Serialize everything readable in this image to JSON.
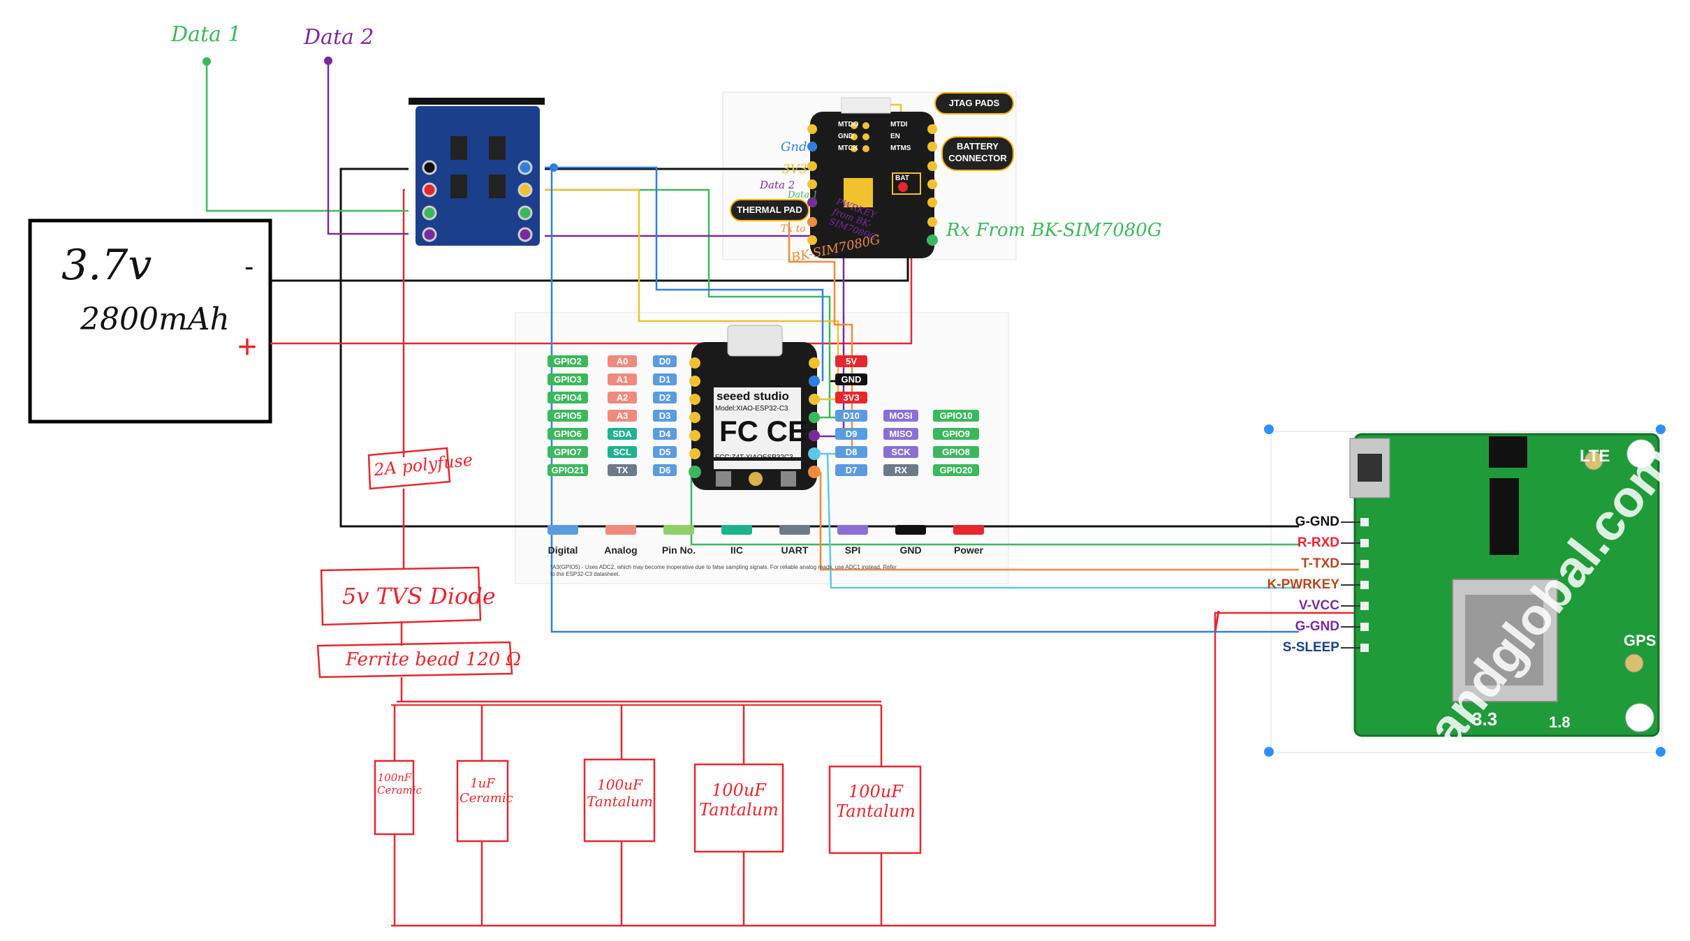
{
  "labels": {
    "data1": "Data 1",
    "data2": "Data 2",
    "battery_voltage": "3.7v",
    "battery_capacity": "2800mAh",
    "battery_minus": "-",
    "battery_plus": "+",
    "polyfuse": "2A polyfuse",
    "tvs_diode": "5v TVS Diode",
    "ferrite": "Ferrite bead 120 Ω",
    "caps": [
      "100nF Ceramic",
      "1uF Ceramic",
      "100uF Tantalum",
      "100uF Tantalum",
      "100uF Tantalum"
    ],
    "rx_note": "Rx From BK-SIM7080G",
    "gnd_note": "Gnd",
    "v33_note": "3V3",
    "data2_note": "Data 2",
    "data1_note": "Data 1",
    "txto_note": "Tx to",
    "pwrkey_note": "PWRKEY from BK-SIM7080G",
    "bk_note": "BK-SIM7080G"
  },
  "back_view": {
    "jtag_callout": "JTAG PADS",
    "battery_callout": "BATTERY CONNECTOR",
    "thermal_callout": "THERMAL PAD",
    "pads": [
      "MTDO",
      "MTDI",
      "GND",
      "EN",
      "MTCK",
      "MTMS"
    ],
    "bat": "BAT"
  },
  "xiao": {
    "brand": "seeed studio",
    "model": "Model:XIAO-ESP32-C3",
    "fcc_id": "FCC:Z4T-XIAOESP32C3",
    "left_pins": [
      {
        "gpio": "GPIO2",
        "alt": "A0",
        "d": "D0"
      },
      {
        "gpio": "GPIO3",
        "alt": "A1",
        "d": "D1"
      },
      {
        "gpio": "GPIO4",
        "alt": "A2",
        "d": "D2"
      },
      {
        "gpio": "GPIO5",
        "alt": "A3",
        "d": "D3"
      },
      {
        "gpio": "GPIO6",
        "alt": "SDA",
        "d": "D4"
      },
      {
        "gpio": "GPIO7",
        "alt": "SCL",
        "d": "D5"
      },
      {
        "gpio": "GPIO21",
        "alt": "TX",
        "d": "D6"
      }
    ],
    "right_pins": [
      {
        "p": "5V",
        "alt": "",
        "gpio": ""
      },
      {
        "p": "GND",
        "alt": "",
        "gpio": ""
      },
      {
        "p": "3V3",
        "alt": "",
        "gpio": ""
      },
      {
        "p": "D10",
        "alt": "MOSI",
        "gpio": "GPIO10"
      },
      {
        "p": "D9",
        "alt": "MISO",
        "gpio": "GPIO9"
      },
      {
        "p": "D8",
        "alt": "SCK",
        "gpio": "GPIO8"
      },
      {
        "p": "D7",
        "alt": "RX",
        "gpio": "GPIO20"
      }
    ],
    "legend": [
      "Digital",
      "Analog",
      "Pin No.",
      "IIC",
      "UART",
      "SPI",
      "GND",
      "Power"
    ],
    "footnote1": "*A3(GPIO5) - Uses ADC2, which may become inoperative due to false sampling signals. For reliable analog reads, use ADC1 instead. Refer",
    "footnote2": "to the ESP32-C3 datasheet."
  },
  "sim_module": {
    "pins": [
      "G-GND",
      "R-RXD",
      "T-TXD",
      "K-PWRKEY",
      "V-VCC",
      "G-GND",
      "S-SLEEP"
    ],
    "silk_lte": "LTE",
    "silk_gps": "GPS",
    "silk_33": "3.3",
    "silk_18": "1.8",
    "watermark": "andglobal.com"
  },
  "colors": {
    "red": "#e8262e",
    "green": "#3cb85c",
    "purple": "#7b2a9e",
    "blue": "#2f7fe0",
    "yellow": "#f2c12e",
    "orange": "#f08a3c",
    "cyan": "#5cc8e8",
    "black": "#111111",
    "pcb_green": "#1f9b3a",
    "pcb_blue": "#1c3f8c"
  }
}
